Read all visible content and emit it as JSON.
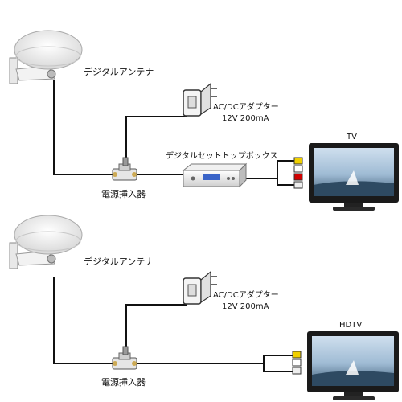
{
  "diagrams": [
    {
      "antenna_label": "デジタルアンテナ",
      "adapter_label": "AC/DCアダプター",
      "adapter_spec": "12V 200mA",
      "injector_label": "電源挿入器",
      "settop_label": "デジタルセットトップボックス",
      "tv_label": "TV"
    },
    {
      "antenna_label": "デジタルアンテナ",
      "adapter_label": "AC/DCアダプター",
      "adapter_spec": "12V 200mA",
      "injector_label": "電源挿入器",
      "tv_label": "HDTV"
    }
  ],
  "icons": [
    "antenna-icon",
    "power-adapter-icon",
    "power-injector-icon",
    "set-top-box-icon",
    "tv-icon"
  ],
  "colors": {
    "line": "#111111",
    "screen_sky": "#a9c4dc",
    "screen_sea": "#3f5f78",
    "tv_frame": "#1a1a1a"
  }
}
